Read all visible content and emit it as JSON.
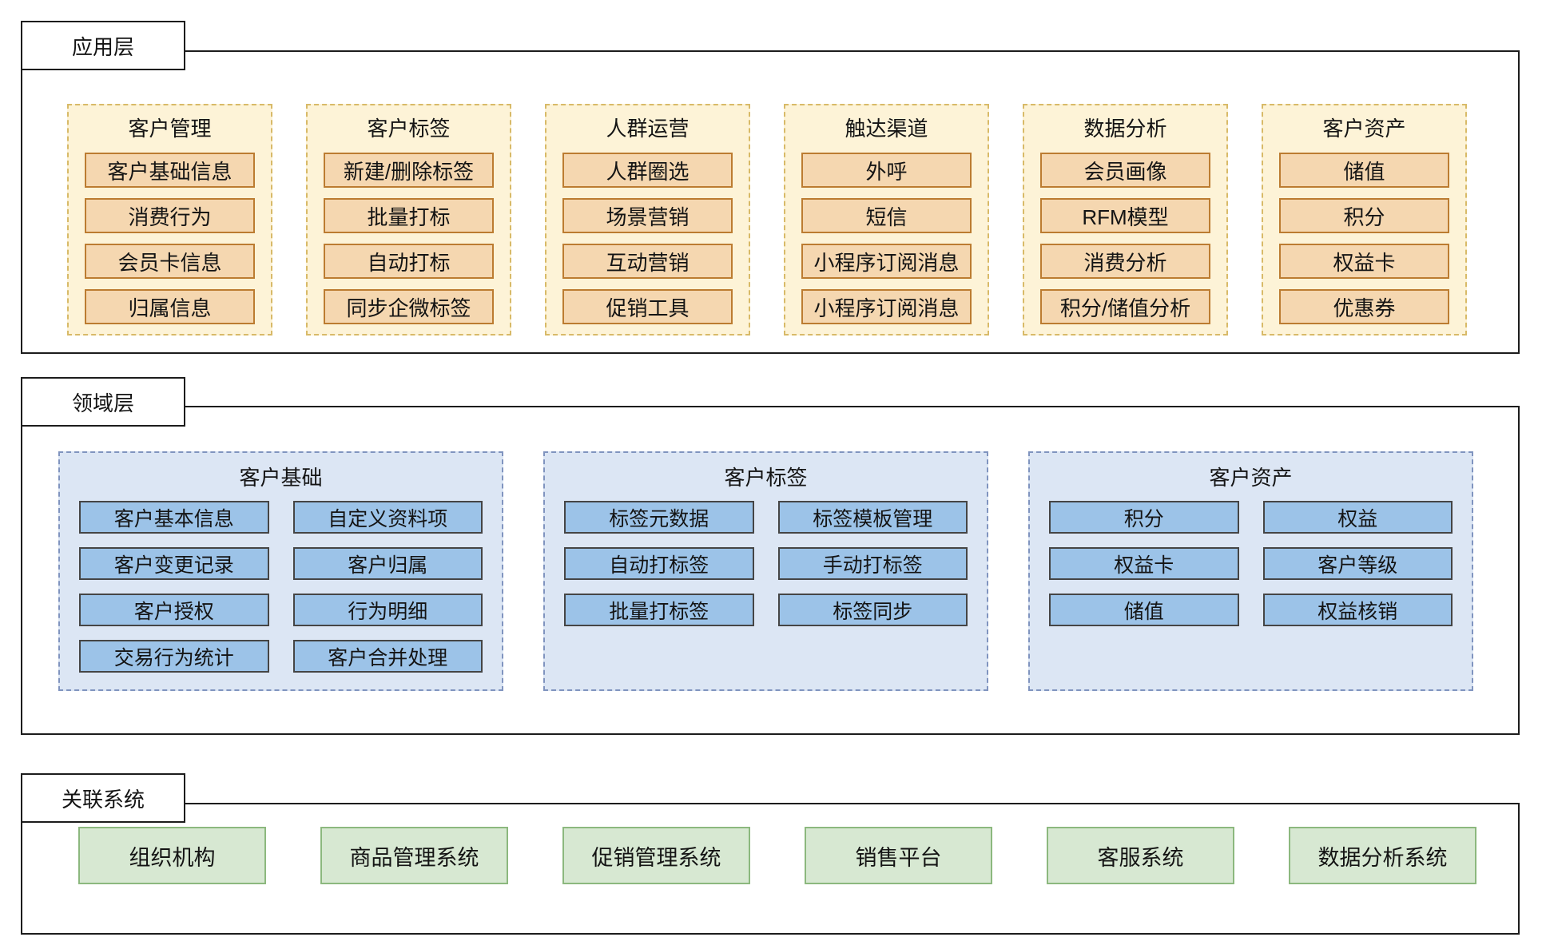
{
  "layers": {
    "application": {
      "label": "应用层",
      "groups": [
        {
          "title": "客户管理",
          "items": [
            "客户基础信息",
            "消费行为",
            "会员卡信息",
            "归属信息"
          ]
        },
        {
          "title": "客户标签",
          "items": [
            "新建/删除标签",
            "批量打标",
            "自动打标",
            "同步企微标签"
          ]
        },
        {
          "title": "人群运营",
          "items": [
            "人群圈选",
            "场景营销",
            "互动营销",
            "促销工具"
          ]
        },
        {
          "title": "触达渠道",
          "items": [
            "外呼",
            "短信",
            "小程序订阅消息",
            "小程序订阅消息"
          ]
        },
        {
          "title": "数据分析",
          "items": [
            "会员画像",
            "RFM模型",
            "消费分析",
            "积分/储值分析"
          ]
        },
        {
          "title": "客户资产",
          "items": [
            "储值",
            "积分",
            "权益卡",
            "优惠券"
          ]
        }
      ]
    },
    "domain": {
      "label": "领域层",
      "groups": [
        {
          "title": "客户基础",
          "items": [
            "客户基本信息",
            "自定义资料项",
            "客户变更记录",
            "客户归属",
            "客户授权",
            "行为明细",
            "交易行为统计",
            "客户合并处理"
          ]
        },
        {
          "title": "客户标签",
          "items": [
            "标签元数据",
            "标签模板管理",
            "自动打标签",
            "手动打标签",
            "批量打标签",
            "标签同步"
          ]
        },
        {
          "title": "客户资产",
          "items": [
            "积分",
            "权益",
            "权益卡",
            "客户等级",
            "储值",
            "权益核销"
          ]
        }
      ]
    },
    "related": {
      "label": "关联系统",
      "systems": [
        "组织机构",
        "商品管理系统",
        "促销管理系统",
        "销售平台",
        "客服系统",
        "数据分析系统"
      ]
    }
  },
  "colors": {
    "app_group_fill": "#fdf3d7",
    "app_group_border": "#d8ba68",
    "app_item_fill": "#f5d7b0",
    "app_item_border": "#bc7c31",
    "domain_group_fill": "#dce6f4",
    "domain_group_border": "#8094bf",
    "domain_item_fill": "#9cc3e8",
    "domain_item_border": "#454545",
    "system_fill": "#d7e8d2",
    "system_border": "#8cb87e",
    "frame_border": "#1c1c1c",
    "text": "#141414"
  }
}
